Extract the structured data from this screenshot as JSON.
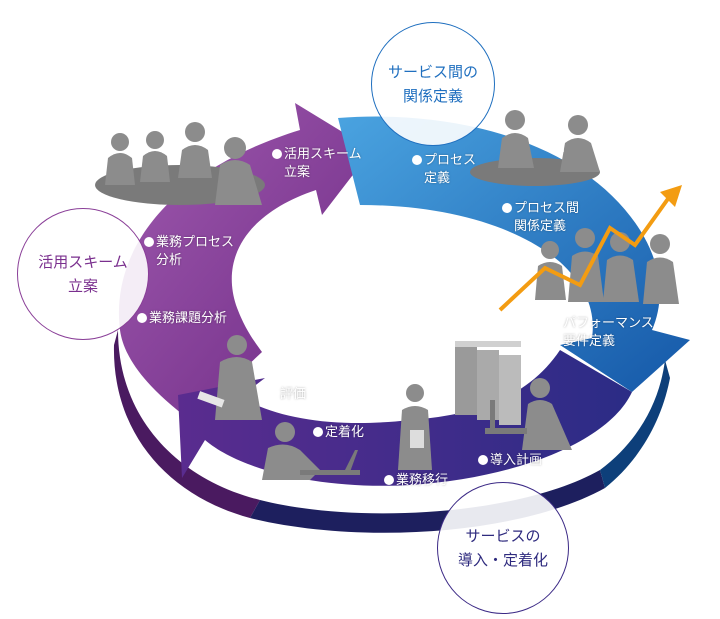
{
  "bubbles": {
    "top": [
      "サービス間の",
      "関係定義"
    ],
    "left": [
      "活用スキーム",
      "立案"
    ],
    "bottom": [
      "サービスの",
      "導入・定着化"
    ]
  },
  "steps": {
    "katsuyo_scheme": [
      "活用スキーム",
      "立案"
    ],
    "process_teigi": [
      "プロセス",
      "定義"
    ],
    "process_kan": [
      "プロセス間",
      "関係定義"
    ],
    "gyomu_process": [
      "業務プロセス",
      "分析"
    ],
    "gyomu_kadai": [
      "業務課題分析"
    ],
    "performance": [
      "パフォーマンス",
      "要件定義"
    ],
    "hyoka": [
      "評価"
    ],
    "teichakuka": [
      "定着化"
    ],
    "donyu_keikaku": [
      "導入計画"
    ],
    "gyomu_ikou": [
      "業務移行"
    ]
  },
  "colors": {
    "purple": "#8a3f98",
    "blue": "#1f6fbf",
    "indigo": "#3c2a86",
    "orange": "#f39c12",
    "silhouette": "#8c8c8c"
  }
}
